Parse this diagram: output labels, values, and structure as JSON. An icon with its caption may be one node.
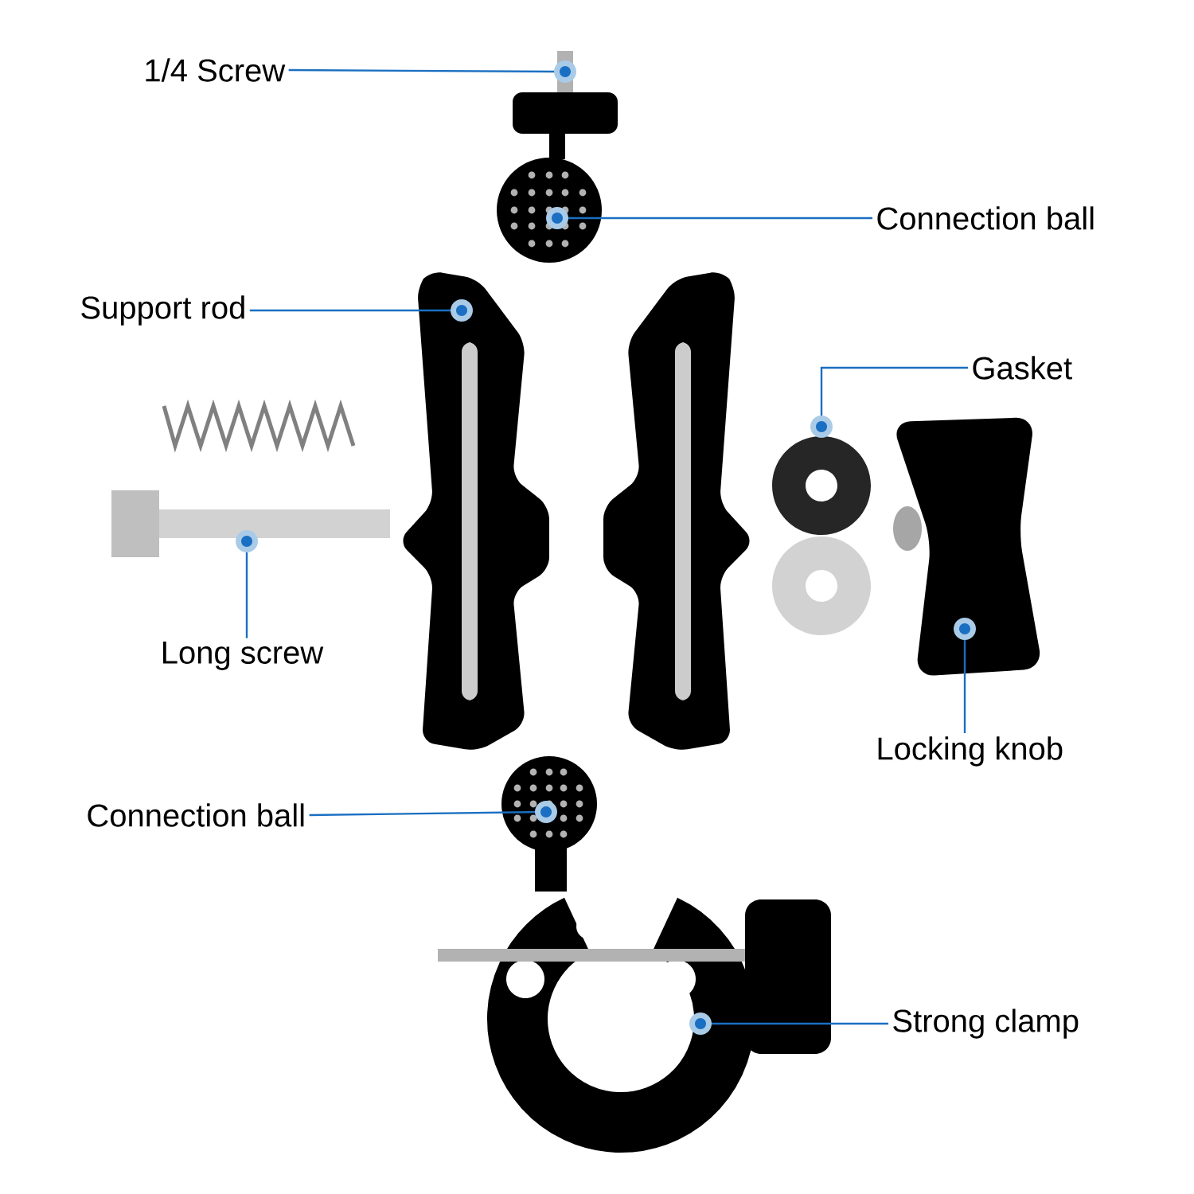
{
  "diagram": {
    "nodes": [
      {
        "text": [
          "1/4 Screw"
        ]
      },
      {
        "text": [],
        "shape": "picture"
      },
      {
        "text": [
          "Connection ball"
        ]
      },
      {
        "text": [],
        "shape": "picture"
      },
      {
        "text": [
          "Support rod"
        ]
      },
      {
        "text": [],
        "shape": "picture"
      },
      {
        "text": [
          "Gasket"
        ]
      },
      {
        "text": [],
        "shape": "picture"
      },
      {
        "text": [
          "Long screw"
        ]
      },
      {
        "text": [],
        "shape": "picture"
      },
      {
        "text": [
          "Locking knob"
        ]
      },
      {
        "text": [],
        "shape": "picture"
      },
      {
        "text": [
          "Connection ball"
        ]
      },
      {
        "text": [],
        "shape": "picture"
      },
      {
        "text": [
          "Strong clamp"
        ]
      },
      {
        "text": [],
        "shape": "picture"
      }
    ],
    "edges": [
      {
        "from": 0,
        "to": 1,
        "arrow": "other"
      },
      {
        "from": 2,
        "to": 3,
        "arrow": "other"
      },
      {
        "from": 4,
        "to": 5,
        "arrow": "other"
      },
      {
        "from": 6,
        "to": 7,
        "arrow": "other"
      },
      {
        "from": 8,
        "to": 9,
        "arrow": "other"
      },
      {
        "from": 10,
        "to": 11,
        "arrow": "other"
      },
      {
        "from": 12,
        "to": 13,
        "arrow": "other"
      },
      {
        "from": 14,
        "to": 15,
        "arrow": "other"
      }
    ]
  }
}
